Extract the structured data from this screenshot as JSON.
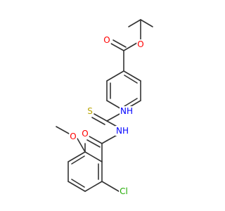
{
  "molecule": {
    "colors": {
      "bond": "#333333",
      "oxygen": "#ff0000",
      "nitrogen": "#0000ff",
      "sulfur": "#b8a400",
      "chlorine": "#1faa00"
    },
    "atom_labels": {
      "ester_carbonyl_o": "O",
      "ester_ether_o": "O",
      "thiourea_nh_upper": "NH",
      "thione_s": "S",
      "amide_nh": "NH",
      "amide_carbonyl_o": "O",
      "methoxy_o": "O",
      "chloro": "Cl"
    }
  }
}
